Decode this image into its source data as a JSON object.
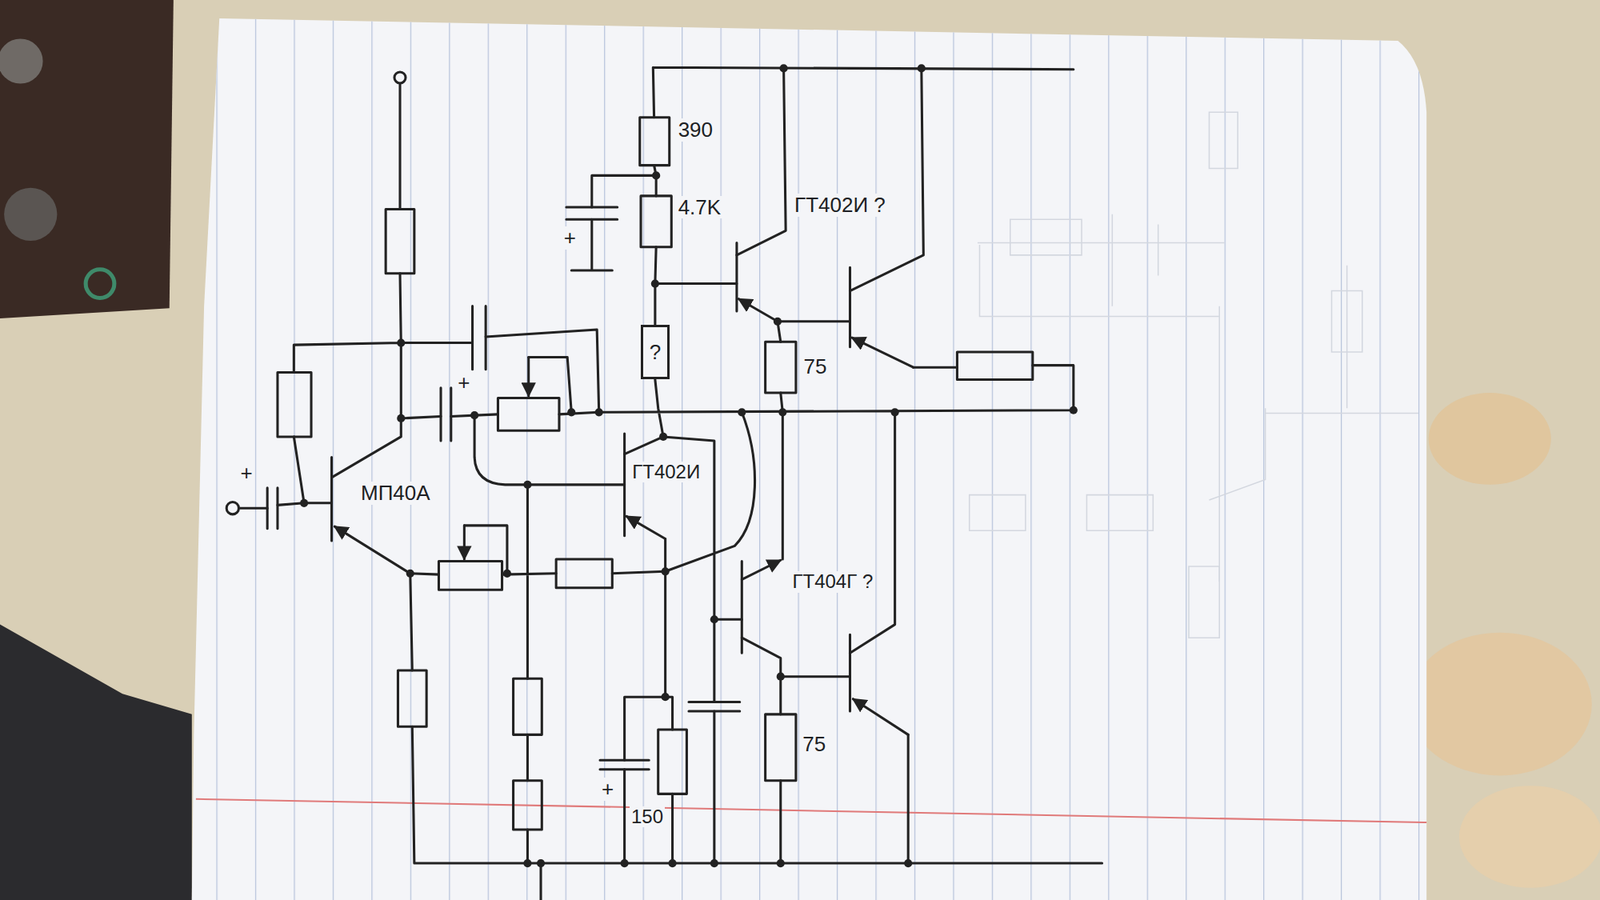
{
  "diagram": {
    "nodes": [
      {
        "text": [
          "?"
        ]
      }
    ],
    "labels": [
      "390",
      "4.7K",
      "ГТ402И ?",
      "75",
      "+",
      "+",
      "МП40А",
      "+",
      "ГТ402И",
      "ГТ404Г ?",
      "75",
      "+",
      "150"
    ]
  }
}
